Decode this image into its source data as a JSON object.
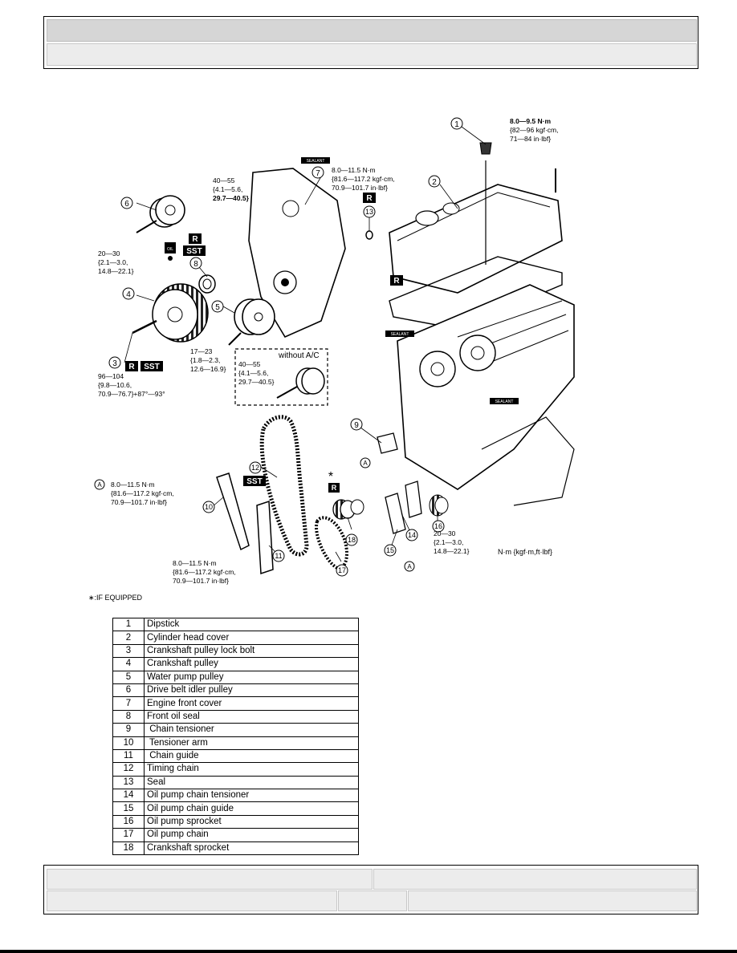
{
  "diagram": {
    "callouts": [
      "1",
      "2",
      "3",
      "4",
      "5",
      "6",
      "7",
      "8",
      "9",
      "10",
      "11",
      "12",
      "13",
      "14",
      "15",
      "16",
      "17",
      "18"
    ],
    "torque": {
      "t1": [
        "8.0—9.5 N·m",
        "{82—96 kgf·cm,",
        "71—84 in·lbf}"
      ],
      "t7": [
        "8.0—11.5 N·m",
        "{81.6—117.2 kgf·cm,",
        "70.9—101.7 in·lbf}"
      ],
      "t6": [
        "40—55",
        "{4.1—5.6,",
        "29.7—40.5}"
      ],
      "t_idler": [
        "20—30",
        "{2.1—3.0,",
        "14.8—22.1}"
      ],
      "t3": [
        "96—104",
        "{9.8—10.6,",
        "70.9—76.7}+87°—93°"
      ],
      "t5": [
        "17—23",
        "{1.8—2.3,",
        "12.6—16.9}"
      ],
      "t_noac": [
        "40—55",
        "{4.1—5.6,",
        "29.7—40.5}"
      ],
      "tA": [
        "8.0—11.5 N·m",
        "{81.6—117.2 kgf·cm,",
        "70.9—101.7 in·lbf}"
      ],
      "t10": [
        "8.0—11.5 N·m",
        "{81.6—117.2 kgf·cm,",
        "70.9—101.7 in·lbf}"
      ],
      "t16": [
        "20—30",
        "{2.1—3.0,",
        "14.8—22.1}"
      ]
    },
    "without_ac": "without A/C",
    "units_note": "N·m {kgf·m,ft·lbf}",
    "sealant": "SEALANT",
    "r_mark": "R",
    "sst_mark": "SST",
    "oil_mark": "OIL",
    "a_mark": "A",
    "asterisk": "*",
    "footnote": "∗:IF EQUIPPED"
  },
  "legend": [
    {
      "num": "1",
      "name": "Dipstick"
    },
    {
      "num": "2",
      "name": "Cylinder head cover"
    },
    {
      "num": "3",
      "name": "Crankshaft pulley lock bolt"
    },
    {
      "num": "4",
      "name": "Crankshaft pulley"
    },
    {
      "num": "5",
      "name": "Water pump pulley"
    },
    {
      "num": "6",
      "name": "Drive belt idler pulley"
    },
    {
      "num": "7",
      "name": "Engine front cover"
    },
    {
      "num": "8",
      "name": "Front oil seal"
    },
    {
      "num": "9",
      "name": " Chain tensioner"
    },
    {
      "num": "10",
      "name": " Tensioner arm"
    },
    {
      "num": "11",
      "name": " Chain guide"
    },
    {
      "num": "12",
      "name": "Timing chain"
    },
    {
      "num": "13",
      "name": "Seal"
    },
    {
      "num": "14",
      "name": "Oil pump chain tensioner"
    },
    {
      "num": "15",
      "name": "Oil pump chain guide"
    },
    {
      "num": "16",
      "name": "Oil pump sprocket"
    },
    {
      "num": "17",
      "name": "Oil pump chain"
    },
    {
      "num": "18",
      "name": "Crankshaft sprocket"
    }
  ]
}
